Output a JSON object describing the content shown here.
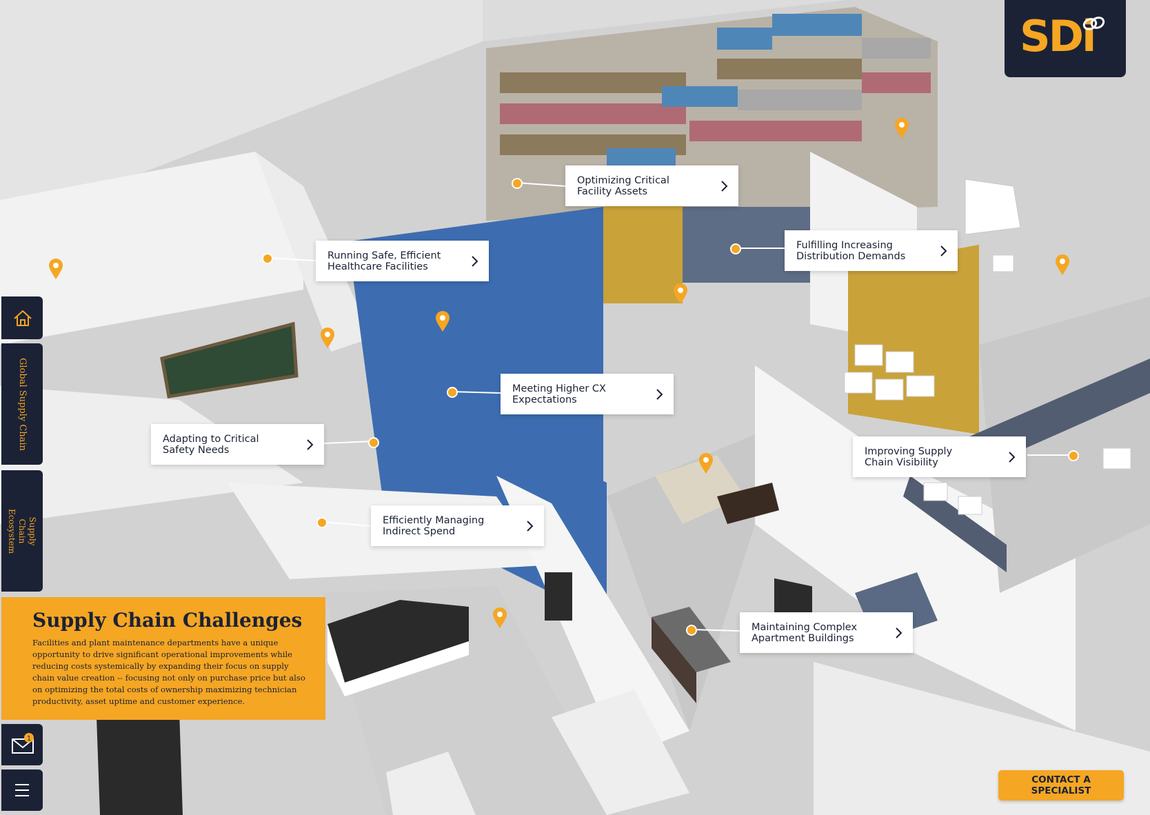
{
  "brand": {
    "logo_text": "SDi",
    "accent_color": "#f5a623",
    "navy_color": "#1b2236"
  },
  "sidebar": {
    "home_icon": "home-icon",
    "items": [
      {
        "label": "Global Supply Chain"
      },
      {
        "label": "Supply Chain\nEcosystem"
      }
    ],
    "mail_icon": "envelope-icon",
    "mail_badge": "1",
    "menu_icon": "hamburger-menu-icon"
  },
  "callouts": [
    {
      "label": "Optimizing Critical\nFacility Assets"
    },
    {
      "label": "Fulfilling Increasing\nDistribution Demands"
    },
    {
      "label": "Running Safe, Efficient\nHealthcare Facilities"
    },
    {
      "label": "Meeting Higher CX\nExpectations"
    },
    {
      "label": "Adapting to Critical\nSafety Needs"
    },
    {
      "label": "Improving Supply\nChain Visibility"
    },
    {
      "label": "Efficiently Managing\nIndirect Spend"
    },
    {
      "label": "Maintaining Complex\nApartment Buildings"
    }
  ],
  "info_panel": {
    "title": "Supply Chain Challenges",
    "body": "Facilities and plant maintenance departments have a unique opportunity to drive significant operational improvements while reducing costs systemically by expanding their focus on supply chain value creation -- focusing not only on purchase price but also on optimizing the total costs of ownership maximizing technician productivity, asset uptime and customer experience."
  },
  "contact_button": {
    "label": "CONTACT A SPECIALIST"
  }
}
